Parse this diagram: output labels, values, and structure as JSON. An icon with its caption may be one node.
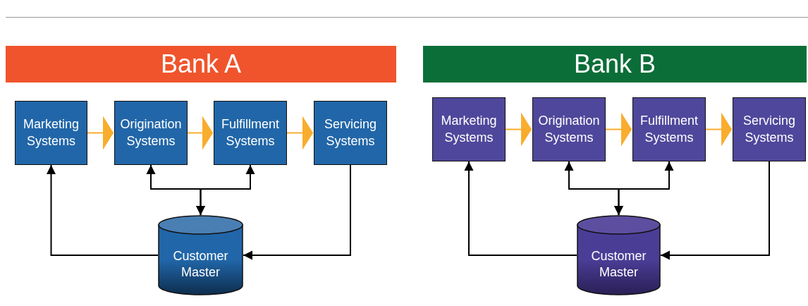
{
  "diagram": {
    "nodes": [
      {
        "text": [
          "Bank A"
        ]
      },
      {
        "text": [
          "Marketing Systems"
        ]
      },
      {
        "text": [
          "Origination Systems"
        ]
      },
      {
        "text": [
          "Fulfillment Systems"
        ]
      },
      {
        "text": [
          "Servicing Systems"
        ]
      },
      {
        "text": [
          "Customer Master"
        ]
      },
      {
        "text": [
          "Bank B"
        ]
      },
      {
        "text": [
          "Marketing Systems"
        ]
      },
      {
        "text": [
          "Origination Systems"
        ]
      },
      {
        "text": [
          "Fulfillment Systems"
        ]
      },
      {
        "text": [
          "Servicing Systems"
        ]
      },
      {
        "text": [
          "Customer Master"
        ]
      }
    ],
    "edges": [
      {
        "from": 1,
        "to": 2,
        "arrow": "to",
        "color": "#f9ad2e"
      },
      {
        "from": 2,
        "to": 3,
        "arrow": "to",
        "color": "#f9ad2e"
      },
      {
        "from": 3,
        "to": 4,
        "arrow": "to",
        "color": "#f9ad2e"
      },
      {
        "from": 5,
        "to": 1,
        "arrow": "to"
      },
      {
        "from": 5,
        "to": 2,
        "arrow": "both"
      },
      {
        "from": 5,
        "to": 3,
        "arrow": "both"
      },
      {
        "from": 4,
        "to": 5,
        "arrow": "to"
      },
      {
        "from": 7,
        "to": 8,
        "arrow": "to",
        "color": "#f9ad2e"
      },
      {
        "from": 8,
        "to": 9,
        "arrow": "to",
        "color": "#f9ad2e"
      },
      {
        "from": 9,
        "to": 10,
        "arrow": "to",
        "color": "#f9ad2e"
      },
      {
        "from": 11,
        "to": 7,
        "arrow": "to"
      },
      {
        "from": 11,
        "to": 8,
        "arrow": "both"
      },
      {
        "from": 11,
        "to": 9,
        "arrow": "both"
      },
      {
        "from": 10,
        "to": 11,
        "arrow": "to"
      }
    ]
  }
}
